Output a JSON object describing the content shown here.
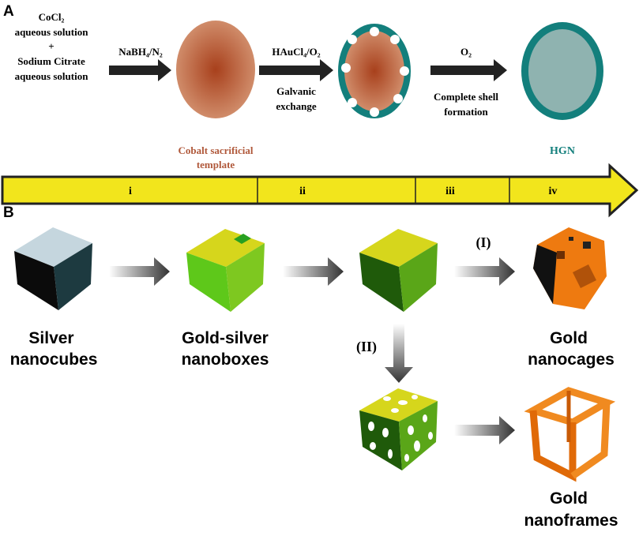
{
  "panel_a": {
    "label": "A",
    "reactants": [
      "CoCl₂",
      "aqueous solution",
      "+",
      "Sodium Citrate",
      "aqueous solution"
    ],
    "step1_reagent": "NaBH₄/N₂",
    "step2_reagent": "HAuCl₄/O₂",
    "step2_desc": [
      "Galvanic",
      "exchange"
    ],
    "step3_reagent": "O₂",
    "step3_desc": [
      "Complete shell",
      "formation"
    ],
    "template_label": [
      "Cobalt sacrificial",
      "template"
    ],
    "product_label": "HGN",
    "timeline": [
      "i",
      "ii",
      "iii",
      "iv"
    ],
    "colors": {
      "cobalt": "#a8502f",
      "shell": "#137f7c",
      "timeline": "#f2e51c"
    }
  },
  "panel_b": {
    "label": "B",
    "silver": [
      "Silver",
      "nanocubes"
    ],
    "nanoboxes": [
      "Gold-silver",
      "nanoboxes"
    ],
    "route1": "(I)",
    "route2": "(II)",
    "nanocages": [
      "Gold",
      "nanocages"
    ],
    "nanoframes": [
      "Gold",
      "nanoframes"
    ],
    "colors": {
      "gold": "#ee7a10",
      "green": "#3a9a10",
      "yellow": "#d8d81c"
    }
  }
}
